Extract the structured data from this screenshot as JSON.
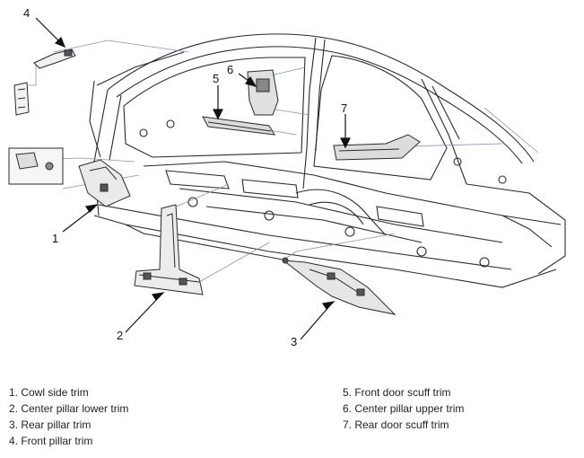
{
  "callouts": [
    "1",
    "2",
    "3",
    "4",
    "5",
    "6",
    "7"
  ],
  "legend": {
    "left": [
      "1. Cowl side trim",
      "2. Center pillar lower trim",
      "3. Rear pillar trim",
      "4. Front pillar trim"
    ],
    "right": [
      "5. Front door scuff trim",
      "6. Center pillar upper trim",
      "7. Rear door scuff trim"
    ]
  },
  "colors": {
    "line": "#2a2a2a",
    "leader": "#8a8fb8",
    "background": "#ffffff"
  }
}
